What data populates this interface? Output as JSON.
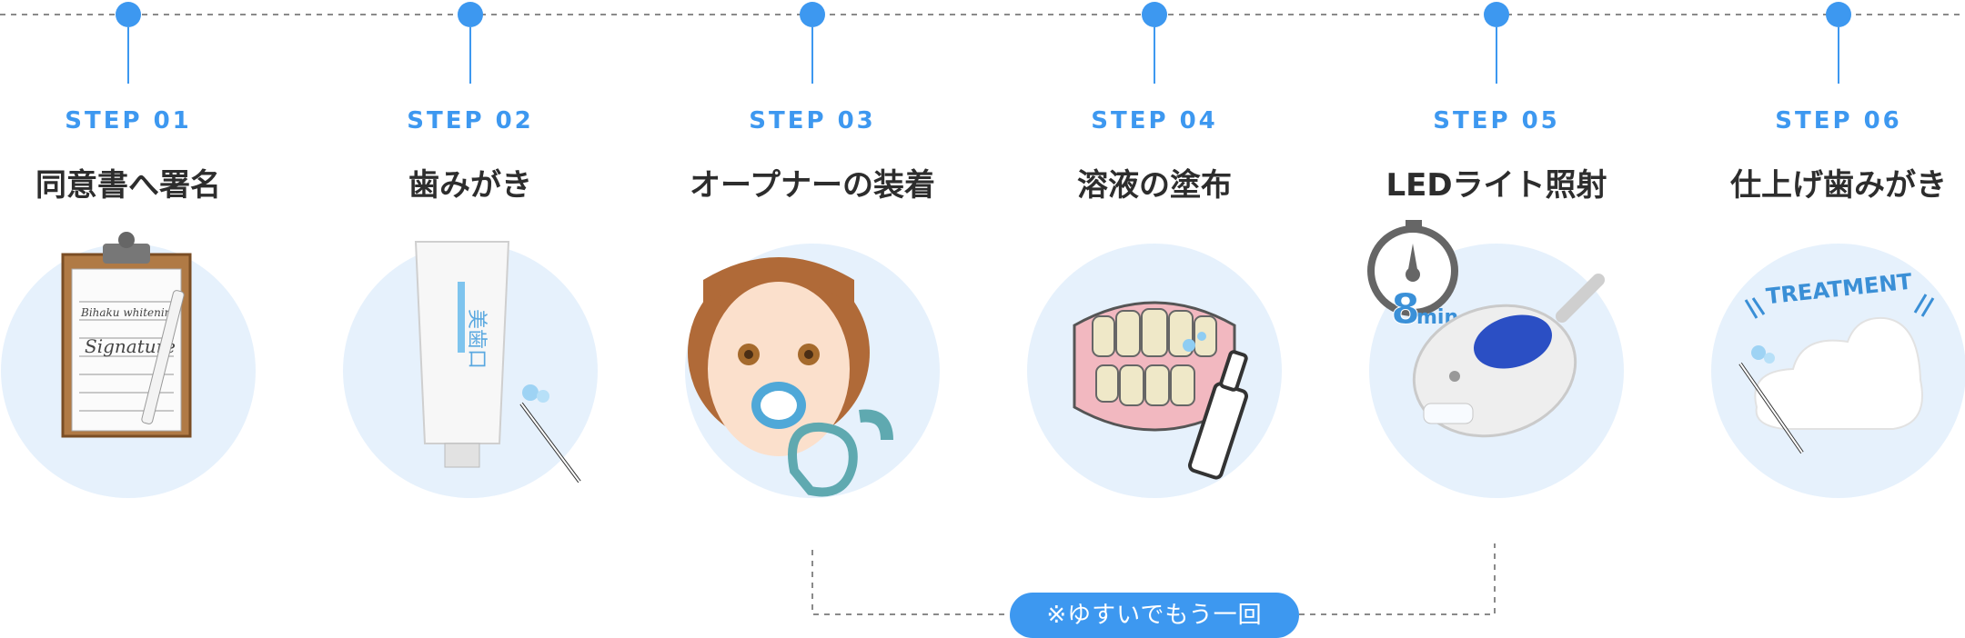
{
  "steps": [
    {
      "label": "STEP 01",
      "title": "同意書へ署名",
      "illustration": "clipboard-signature-icon",
      "clipboard_text": [
        "Bihaku whitening",
        "Signature"
      ]
    },
    {
      "label": "STEP 02",
      "title": "歯みがき",
      "illustration": "toothpaste-tube-icon",
      "tube_text": "美歯口"
    },
    {
      "label": "STEP 03",
      "title": "オープナーの装着",
      "illustration": "mouth-opener-face-icon"
    },
    {
      "label": "STEP 04",
      "title": "溶液の塗布",
      "illustration": "teeth-spray-icon"
    },
    {
      "label": "STEP 05",
      "title": "LEDライト照射",
      "illustration": "led-device-timer-icon",
      "timer_text": "8",
      "timer_unit": "min"
    },
    {
      "label": "STEP 06",
      "title": "仕上げ歯みがき",
      "illustration": "treatment-foam-icon",
      "banner_text": "TREATMENT"
    }
  ],
  "note": "※ゆすいでもう一回",
  "colors": {
    "accent": "#3d98f0",
    "circle_bg": "#e6f1fc",
    "title": "#2d2d2d",
    "line": "#8a8a8a"
  }
}
